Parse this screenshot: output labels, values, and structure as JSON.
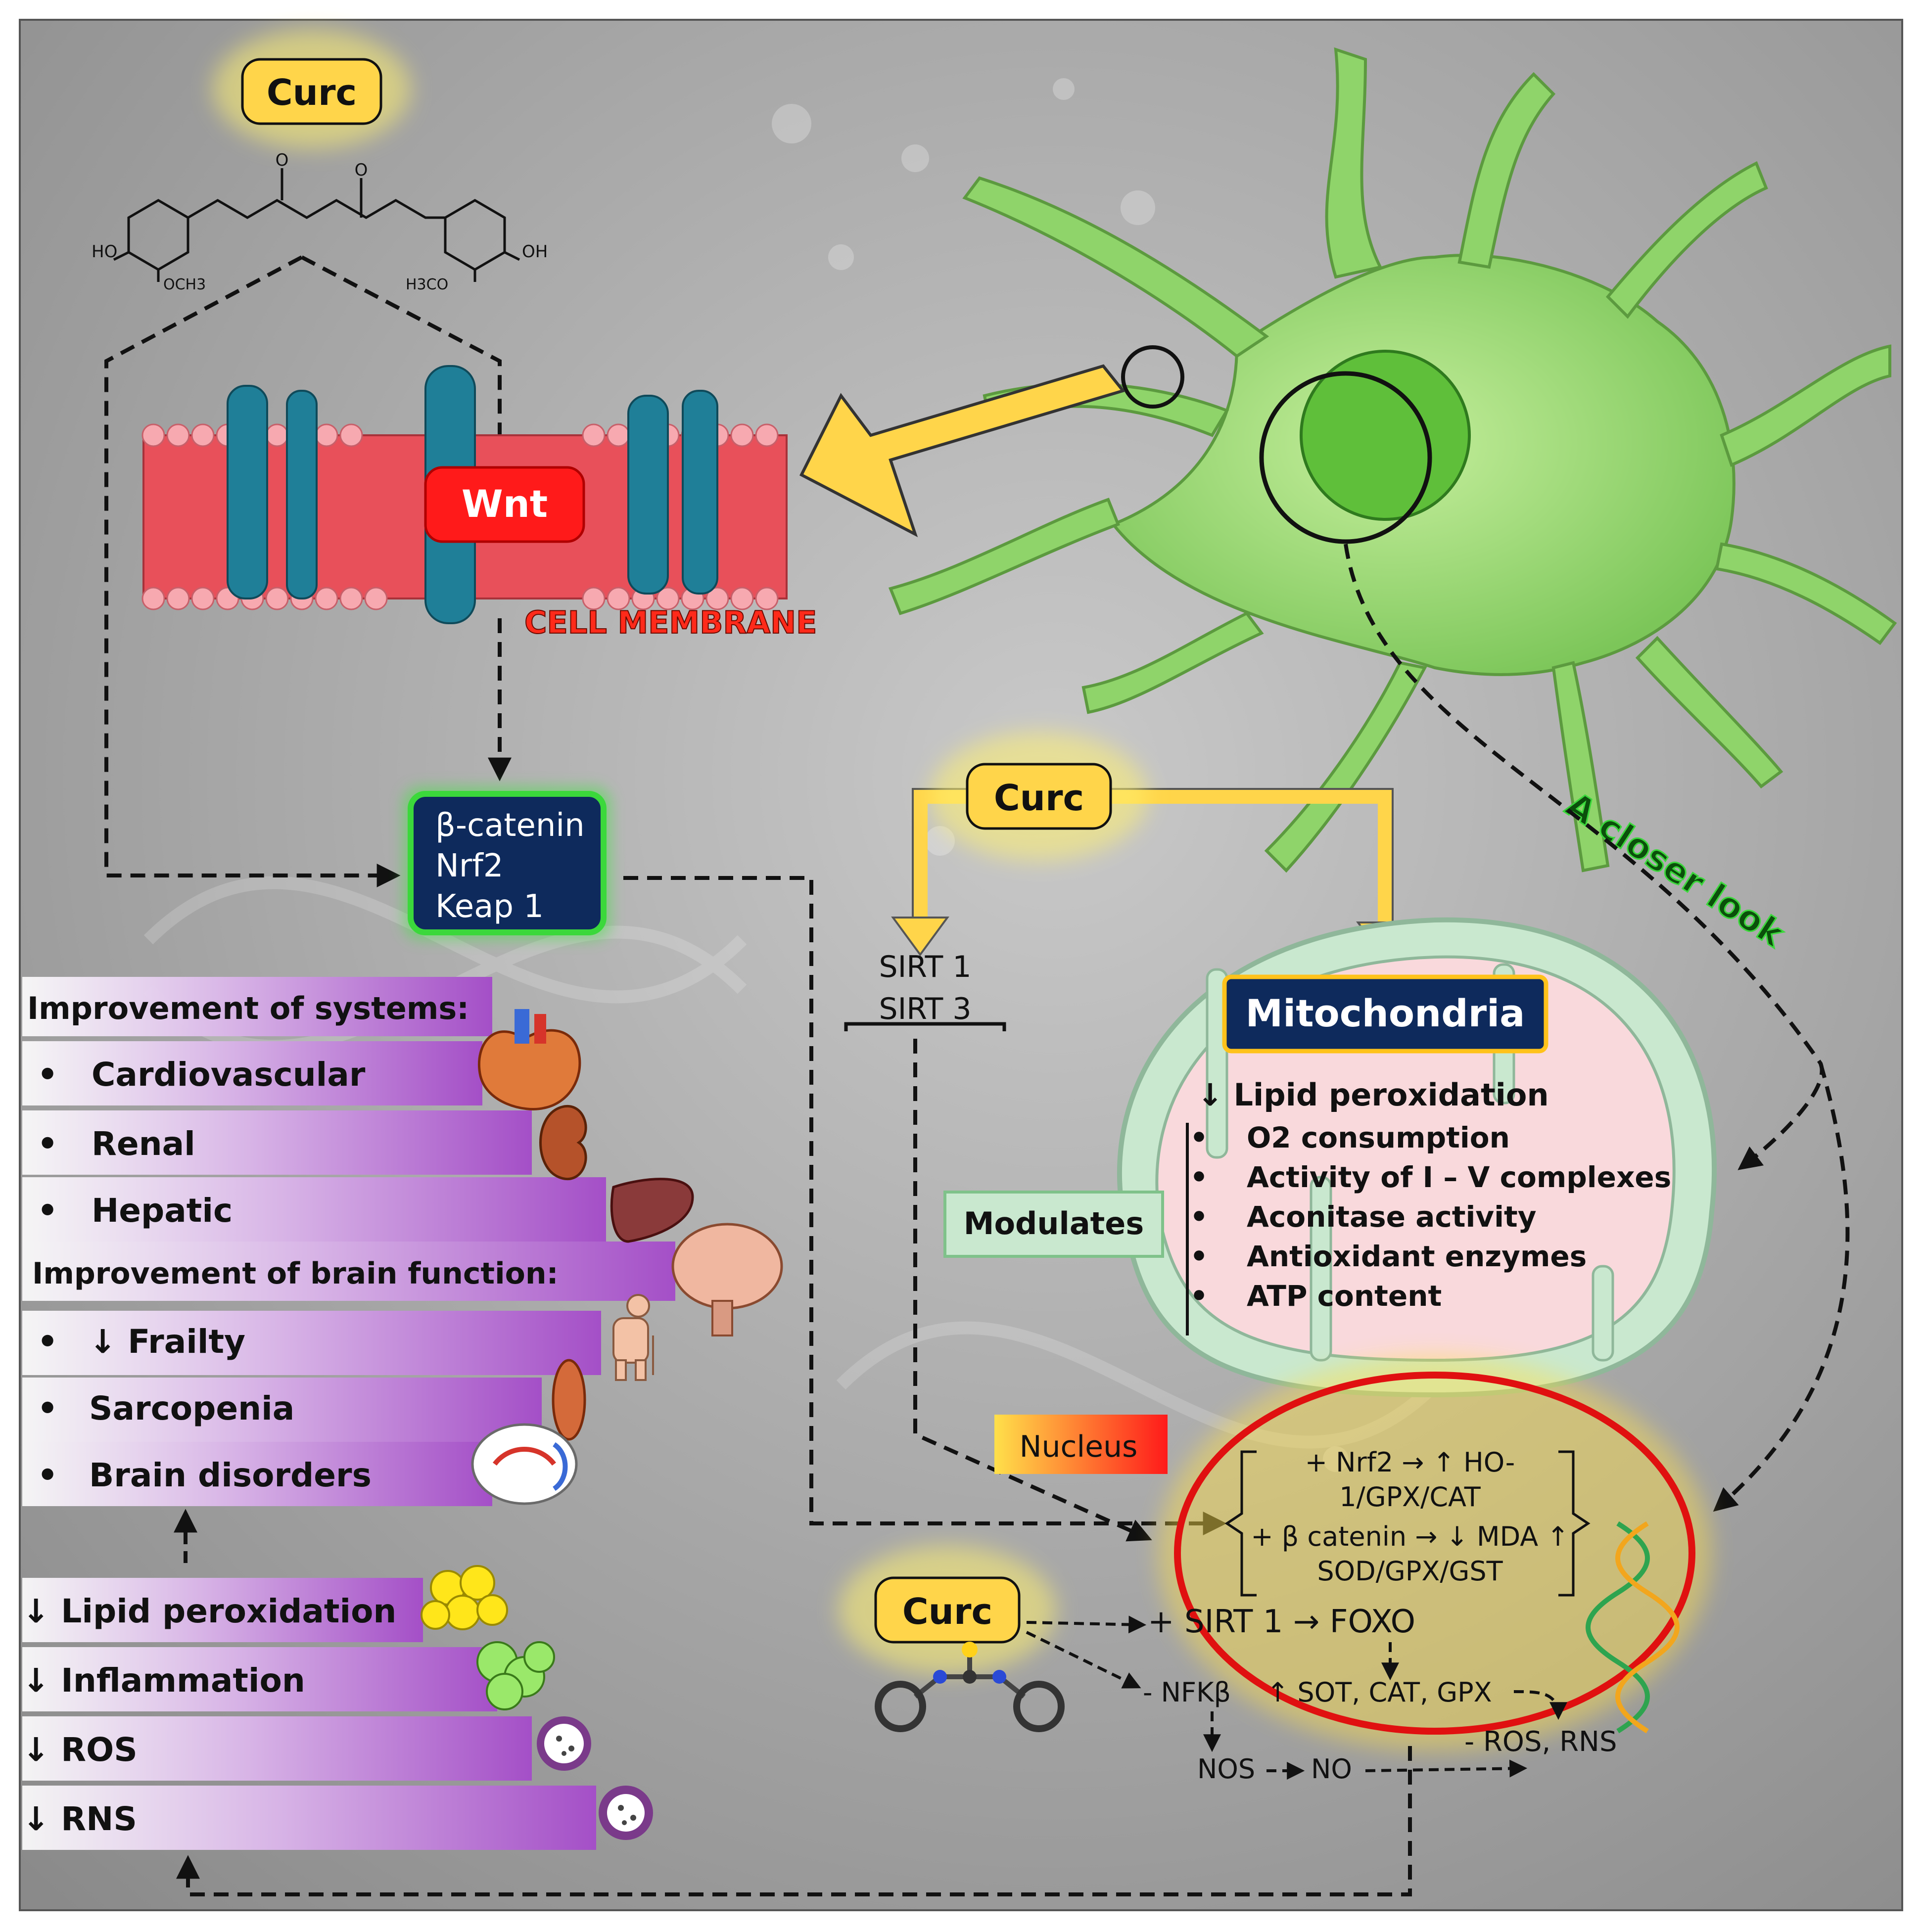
{
  "labels": {
    "curc_top": "Curc",
    "curc_mid": "Curc",
    "curc_bottom": "Curc",
    "wnt": "Wnt",
    "cell_membrane": "CELL MEMBRANE",
    "closer_look": "A closer look",
    "mitochondria": "Mitochondria",
    "nucleus": "Nucleus",
    "modulates": "Modulates"
  },
  "molecule": {
    "ho": "HO",
    "oh": "OH",
    "och3": "OCH3",
    "h3co": "H3CO",
    "o_left": "O",
    "o_right": "O"
  },
  "transcription_box": [
    "β-catenin",
    "Nrf2",
    "Keap 1"
  ],
  "sirt_box": [
    "SIRT 1",
    "SIRT 3"
  ],
  "mito": {
    "main": "↓ Lipid peroxidation",
    "items": [
      "O2 consumption",
      "Activity of I – V complexes",
      "Aconitase activity",
      "Antioxidant enzymes",
      "ATP content"
    ]
  },
  "nucleus_text": {
    "nrf2_line1": "+ Nrf2 → ↑ HO-",
    "nrf2_line2": "1/GPX/CAT",
    "bcat_line1": "+ β catenin → ↓ MDA ↑",
    "bcat_line2": "SOD/GPX/GST",
    "sirt_foxo": "+ SIRT 1 → FOXO",
    "nfkb": "- NFKβ",
    "sot": "↑ SOT, CAT, GPX",
    "ros_rns": "- ROS, RNS",
    "nos": "NOS",
    "no": "NO"
  },
  "left_panel": {
    "systems_heading": "Improvement of systems:",
    "systems": [
      "Cardiovascular",
      "Renal",
      "Hepatic"
    ],
    "brain_heading": "Improvement of brain function:",
    "brain": [
      "↓ Frailty",
      "Sarcopenia",
      "Brain disorders"
    ],
    "bullet": "•"
  },
  "bottom_bars": [
    "↓ Lipid peroxidation",
    "↓ Inflammation",
    "↓ ROS",
    "↓ RNS"
  ],
  "colors": {
    "neuron": "#8fd46a",
    "curc_box": "#ffd54a",
    "wnt": "#ff1a1a",
    "dark_box": "#0e2a5c",
    "mito_fill": "#f9d9dc",
    "nucleus_ring": "#e01010",
    "purple": "#a44fc7",
    "membrane": "#e8505a",
    "protein": "#1f7f98"
  }
}
